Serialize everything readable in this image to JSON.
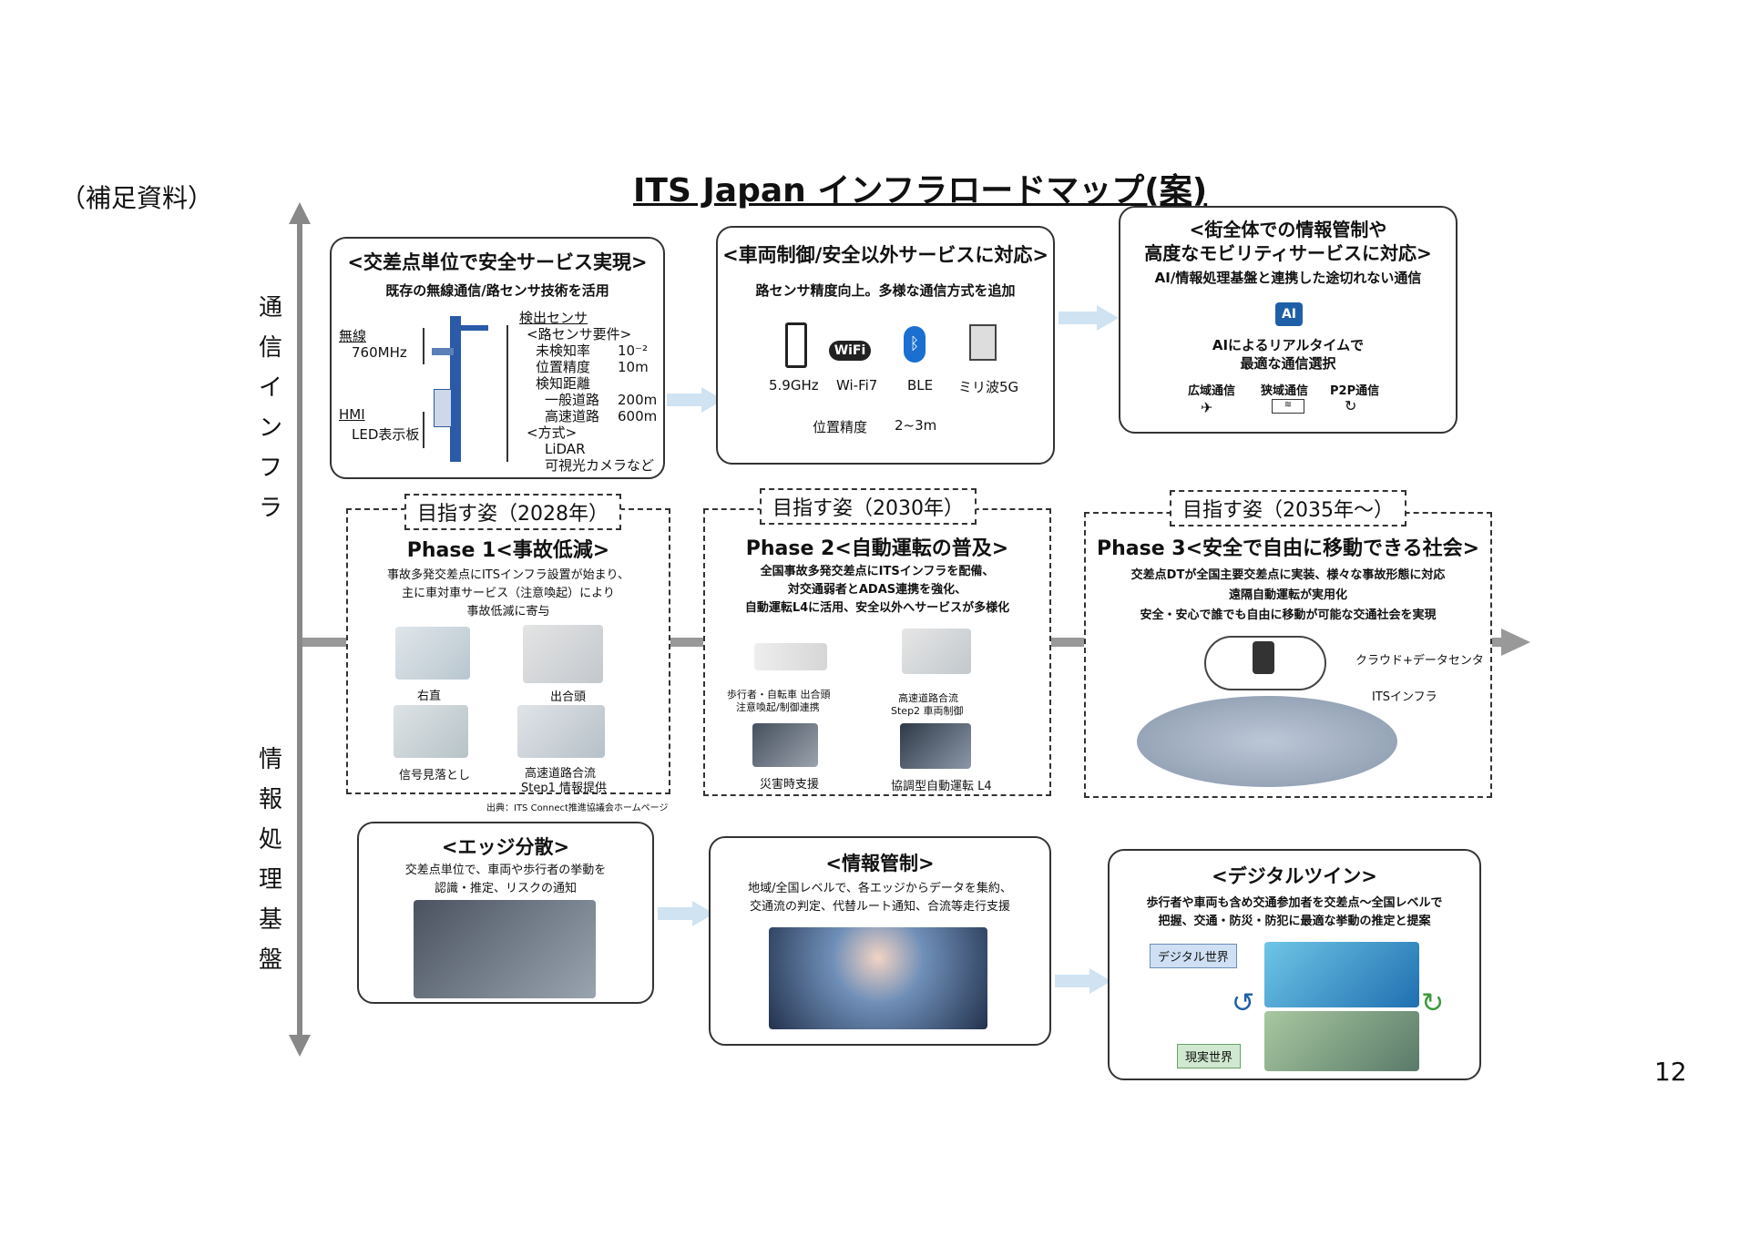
{
  "supplement": "（補足資料）",
  "title": "ITS Japan インフラロードマップ(案)",
  "axis": {
    "top_label_chars": [
      "通",
      "信",
      "イ",
      "ン",
      "フ",
      "ラ"
    ],
    "bottom_label_chars": [
      "情",
      "報",
      "処",
      "理",
      "基",
      "盤"
    ]
  },
  "infra": {
    "box1": {
      "title": "<交差点単位で安全サービス実現>",
      "subtitle": "既存の無線通信/路センサ技術を活用",
      "wireless": "無線",
      "wireless_freq": "760MHz",
      "hmi": "HMI",
      "hmi_desc": "LED表示板",
      "sensor_head": "検出センサ",
      "lines": [
        "<路センサ要件>",
        "未検知率",
        "位置精度",
        "検知距離",
        "一般道路",
        "高速道路",
        "<方式>",
        "LiDAR",
        "可視光カメラなど"
      ],
      "values": [
        "10⁻²",
        "10m",
        "200m",
        "600m"
      ]
    },
    "box2": {
      "title": "<車両制御/安全以外サービスに対応>",
      "subtitle": "路センサ精度向上。多様な通信方式を追加",
      "comms": [
        "5.9GHz",
        "Wi-Fi7",
        "BLE",
        "ミリ波5G"
      ],
      "accuracy_label": "位置精度",
      "accuracy_value": "2~3m"
    },
    "box3": {
      "title_line1": "<街全体での情報管制や",
      "title_line2": "高度なモビリティサービスに対応>",
      "subtitle": "AI/情報処理基盤と連携した途切れない通信",
      "ai_badge": "AI",
      "ai_line1": "AIによるリアルタイムで",
      "ai_line2": "最適な通信選択",
      "modes": [
        "広域通信",
        "狭域通信",
        "P2P通信"
      ]
    }
  },
  "phases": [
    {
      "tag": "目指す姿（2028年）",
      "title": "Phase 1<事故低減>",
      "desc1": "事故多発交差点にITSインフラ設置が始まり、",
      "desc2": "主に車対車サービス（注意喚起）により",
      "desc3": "事故低減に寄与",
      "captions": [
        "右直",
        "出合頭",
        "信号見落とし",
        "高速道路合流",
        "Step1 情報提供"
      ],
      "source": "出典：ITS Connect推進協議会ホームページ"
    },
    {
      "tag": "目指す姿（2030年）",
      "title": "Phase 2<自動運転の普及>",
      "desc1": "全国事故多発交差点にITSインフラを配備、",
      "desc2": "対交通弱者とADAS連携を強化、",
      "desc3": "自動運転L4に活用、安全以外へサービスが多様化",
      "captions": [
        "歩行者・自転車 出合頭",
        "注意喚起/制御連携",
        "高速道路合流",
        "Step2 車両制御",
        "災害時支援",
        "協調型自動運転 L4"
      ]
    },
    {
      "tag": "目指す姿（2035年～）",
      "title": "Phase 3<安全で自由に移動できる社会>",
      "desc1": "交差点DTが全国主要交差点に実装、様々な事故形態に対応",
      "desc2": "遠隔自動運転が実用化",
      "desc3": "安全・安心で誰でも自由に移動が可能な交通社会を実現",
      "captions": [
        "クラウド+データセンタ",
        "ITSインフラ"
      ]
    }
  ],
  "platform": {
    "box1": {
      "title": "<エッジ分散>",
      "desc1": "交差点単位で、車両や歩行者の挙動を",
      "desc2": "認識・推定、リスクの通知"
    },
    "box2": {
      "title": "<情報管制>",
      "desc1": "地域/全国レベルで、各エッジからデータを集約、",
      "desc2": "交通流の判定、代替ルート通知、合流等走行支援"
    },
    "box3": {
      "title": "<デジタルツイン>",
      "desc1": "歩行者や車両も含め交通参加者を交差点～全国レベルで",
      "desc2": "把握、交通・防災・防犯に最適な挙動の推定と提案",
      "digital": "デジタル世界",
      "real": "現実世界"
    }
  },
  "page_number": "12",
  "colors": {
    "accent_blue": "#1f5fa8",
    "arrow": "#cfe3f2",
    "axis": "#888888"
  }
}
